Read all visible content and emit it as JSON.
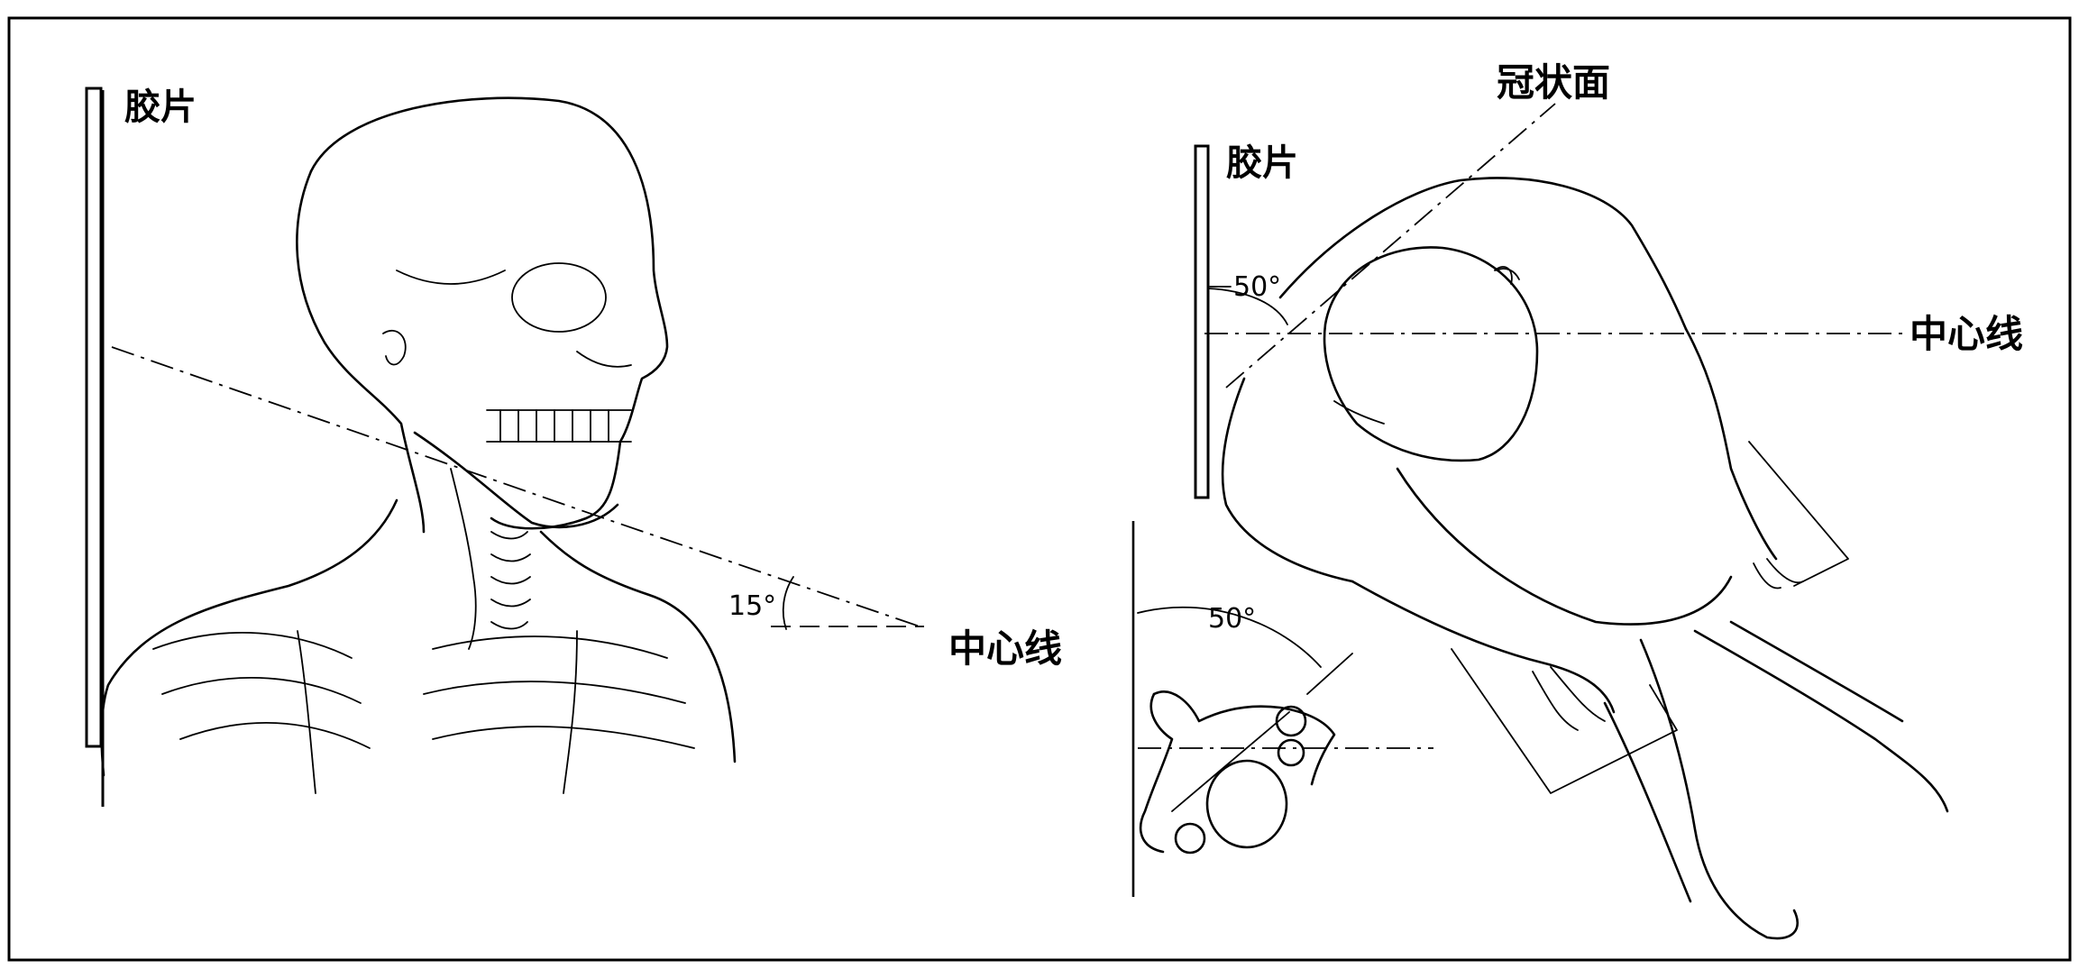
{
  "left_view": {
    "film_label": "胶片",
    "centerline_label": "中心线",
    "angle_label": "15°"
  },
  "right_view": {
    "film_label": "胶片",
    "coronal_label": "冠状面",
    "centerline_label": "中心线",
    "angle_label_top": "50°",
    "angle_label_bottom": "50°"
  },
  "icons": {
    "left": "skull-neck-lateral-illustration",
    "right": "patient-oblique-topdown-illustration",
    "inset": "cervical-vertebra-axial-icon"
  }
}
